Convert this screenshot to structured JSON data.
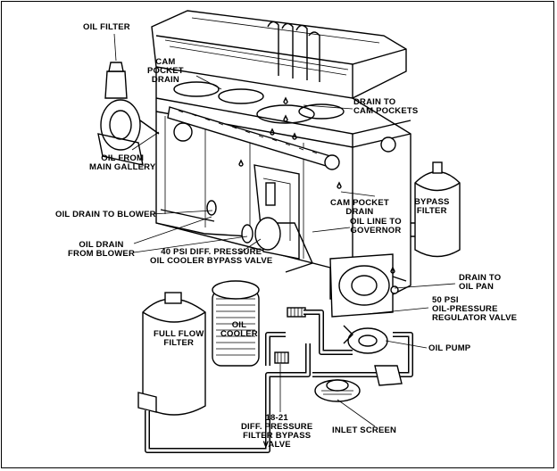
{
  "labels": {
    "oil_filter": "OIL FILTER",
    "cam_pocket_drain_top": "CAM\nPOCKET\nDRAIN",
    "drain_to_cam_pockets": "DRAIN TO\nCAM POCKETS",
    "oil_from_main_gallery": "OIL FROM\nMAIN GALLERY",
    "oil_drain_to_blower": "OIL DRAIN TO BLOWER",
    "cam_pocket_drain_mid": "CAM POCKET\nDRAIN",
    "bypass_filter": "BYPASS\nFILTER",
    "oil_line_to_governor": "OIL LINE TO\nGOVERNOR",
    "oil_drain_from_blower": "OIL DRAIN\nFROM BLOWER",
    "oil_cooler_bypass": "40 PSI DIFF. PRESSURE\nOIL COOLER BYPASS VALVE",
    "drain_to_oil_pan": "DRAIN TO\nOIL PAN",
    "regulator_valve": "50 PSI\nOIL-PRESSURE\nREGULATOR VALVE",
    "full_flow_filter": "FULL FLOW\nFILTER",
    "oil_cooler": "OIL\nCOOLER",
    "oil_pump": "OIL PUMP",
    "inlet_screen": "INLET SCREEN",
    "filter_bypass_valve": "18-21\nDIFF. PRESSURE\nFILTER BYPASS\nVALVE"
  }
}
